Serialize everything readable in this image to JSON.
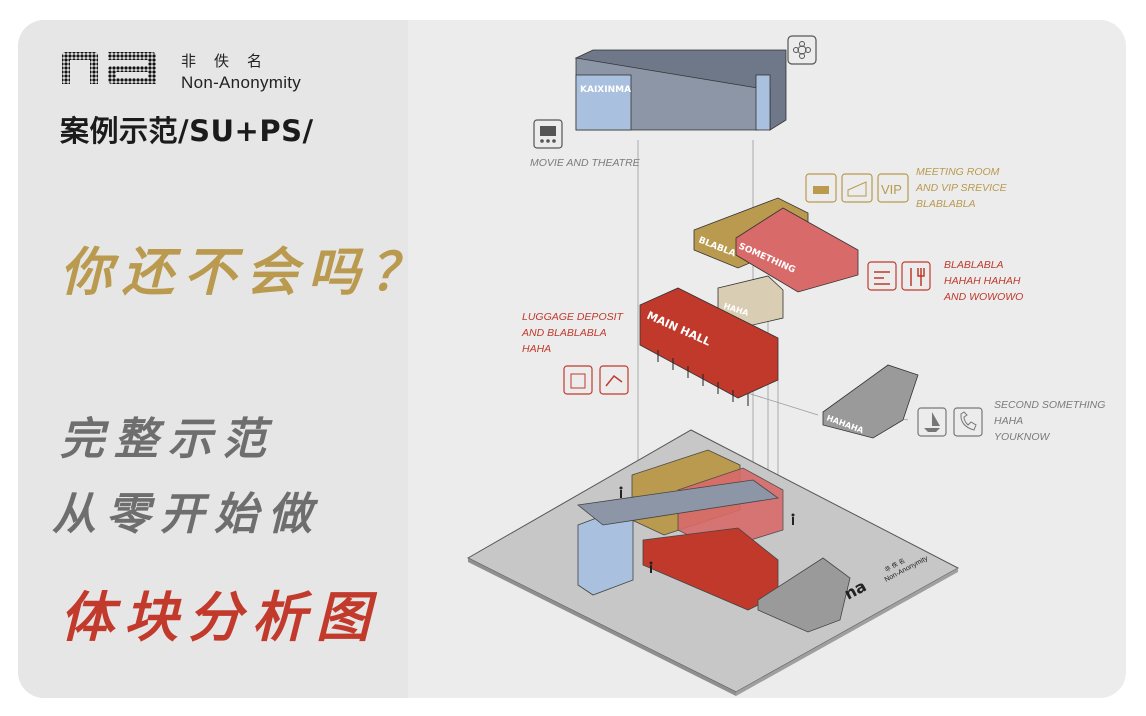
{
  "brand": {
    "logo_mark": "na",
    "name_cn": "非佚名",
    "name_en": "Non-Anonymity"
  },
  "subtitle": "案例示范/SU+PS/",
  "headline": {
    "question": "你还不会吗？",
    "line1": "完整示范",
    "line2": "从零开始做",
    "line3": "体块分析图"
  },
  "diagram": {
    "blocks": {
      "kaixinma": "KAIXINMA",
      "blabla": "BLABLA",
      "something": "SOMETHING",
      "haha": "HAHA",
      "main_hall": "MAIN HALL",
      "hahaha": "HAHAHA"
    },
    "annotations": {
      "movie": "MOVIE AND THEATRE",
      "meeting": [
        "MEETING ROOM",
        "AND VIP SREVICE",
        "BLABLABLA"
      ],
      "food": [
        "BLABLABLA",
        "HAHAH HAHAH",
        "AND WOWOWO"
      ],
      "luggage": [
        "LUGGAGE DEPOSIT",
        "AND BLABLABLA",
        "HAHA"
      ],
      "second": [
        "SECOND SOMETHING",
        "HAHA",
        "YOUKNOW"
      ]
    },
    "badge_vip": "VIP",
    "site_logo": "na",
    "site_cn": "非 佚 名",
    "site_en": "Non-Anonymity"
  },
  "colors": {
    "gold": "#b99a4e",
    "red": "#c0392b",
    "grey_text": "#6e6e6e",
    "blue_block": "#a9c0de",
    "slate_block": "#8c96a6"
  }
}
